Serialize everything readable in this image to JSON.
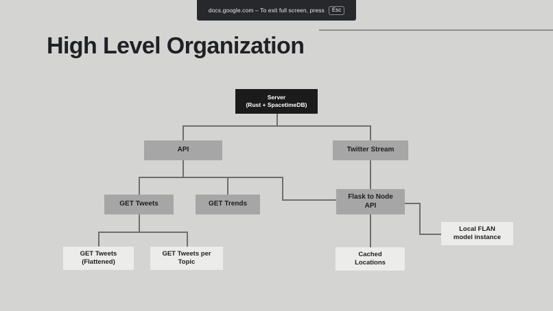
{
  "browser_notice": {
    "message": "docs.google.com – To exit full screen, press",
    "key_label": "Esc"
  },
  "slide": {
    "title": "High Level Organization",
    "background_color": "#d4d4d2",
    "nodes": {
      "server": "Server\n(Rust + SpacetimeDB)",
      "server_line1": "Server",
      "server_line2": "(Rust + SpacetimeDB)",
      "api": "API",
      "twitter_stream": "Twitter Stream",
      "get_tweets": "GET Tweets",
      "get_trends": "GET Trends",
      "flask_to_node_api_line1": "Flask to Node",
      "flask_to_node_api_line2": "API",
      "get_tweets_flattened_line1": "GET Tweets",
      "get_tweets_flattened_line2": "(Flattened)",
      "get_tweets_per_topic_line1": "GET Tweets per",
      "get_tweets_per_topic_line2": "Topic",
      "cached_locations_line1": "Cached",
      "cached_locations_line2": "Locations",
      "local_flan_line1": "Local FLAN",
      "local_flan_line2": "model instance"
    },
    "colors": {
      "root_node": "#1b1b1b",
      "branch_node": "#a6a6a6",
      "leaf_node": "#ececea",
      "connector": "#6e6e6e",
      "title_text": "#202124"
    }
  }
}
